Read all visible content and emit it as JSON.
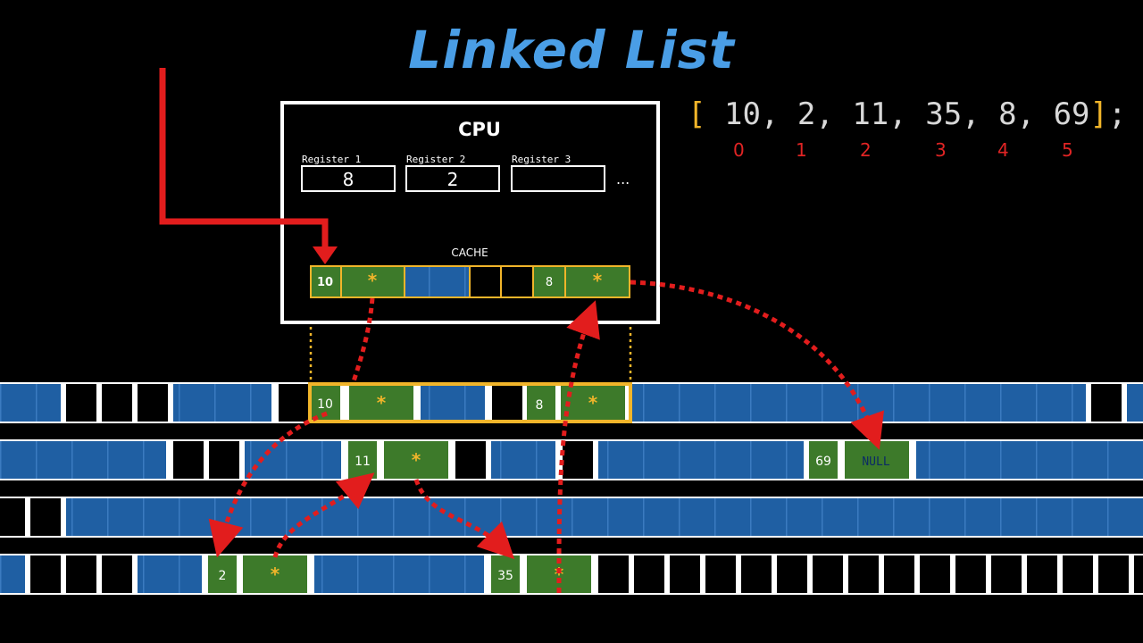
{
  "title": "Linked List",
  "array": {
    "open": "[",
    "values": [
      "10",
      "2",
      "11",
      "35",
      "8",
      "69"
    ],
    "close": "]",
    "terminator": ";",
    "indices": [
      "0",
      "1",
      "2",
      "3",
      "4",
      "5"
    ]
  },
  "cpu": {
    "label": "CPU",
    "registers": [
      {
        "name": "Register 1",
        "value": "8"
      },
      {
        "name": "Register 2",
        "value": "2"
      },
      {
        "name": "Register 3",
        "value": ""
      }
    ],
    "more": "...",
    "cache_label": "CACHE",
    "cache_values": {
      "first": "10",
      "second": "8"
    }
  },
  "memory": {
    "node_values": [
      "10",
      "8",
      "11",
      "69",
      "2",
      "35"
    ],
    "null_label": "NULL",
    "pointer_glyph": "*"
  },
  "colors": {
    "title": "#4a9ee6",
    "node_green": "#3d7a2a",
    "cell_blue": "#1f5fa3",
    "highlight": "#f1b52a",
    "arrow": "#e21d1d",
    "index": "#e02424"
  }
}
